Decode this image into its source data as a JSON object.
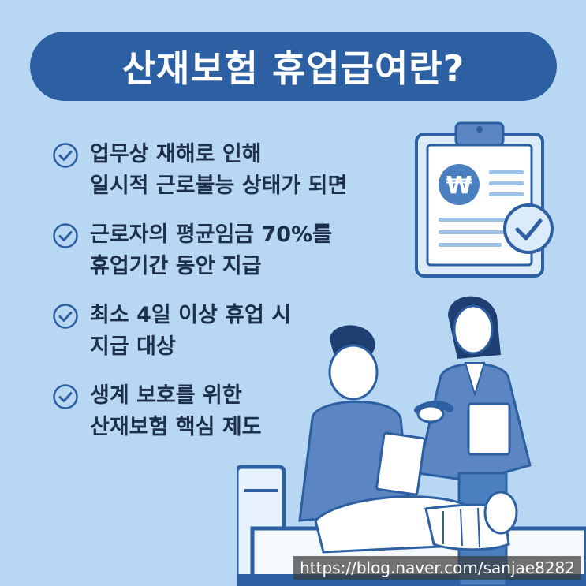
{
  "title": "산재보험 휴업급여란?",
  "bullets": [
    {
      "line1": "업무상 재해로 인해",
      "line2": "일시적 근로불능 상태가 되면"
    },
    {
      "line1": "근로자의 평균임금 70%를",
      "line2": "휴업기간 동안 지급"
    },
    {
      "line1": "최소 4일 이상 휴업 시",
      "line2": "지급 대상"
    },
    {
      "line1": "생계 보호를 위한",
      "line2": "산재보험 핵심 제도"
    }
  ],
  "watermark": "https://blog.naver.com/sanjae8282",
  "colors": {
    "background": "#b7d7f3",
    "title_pill": "#2d5fa3",
    "accent": "#2d5fa3",
    "text": "#1d2f4d"
  },
  "icons": [
    "check-circle-icon",
    "clipboard-icon",
    "won-icon",
    "checkmark-badge-icon"
  ]
}
